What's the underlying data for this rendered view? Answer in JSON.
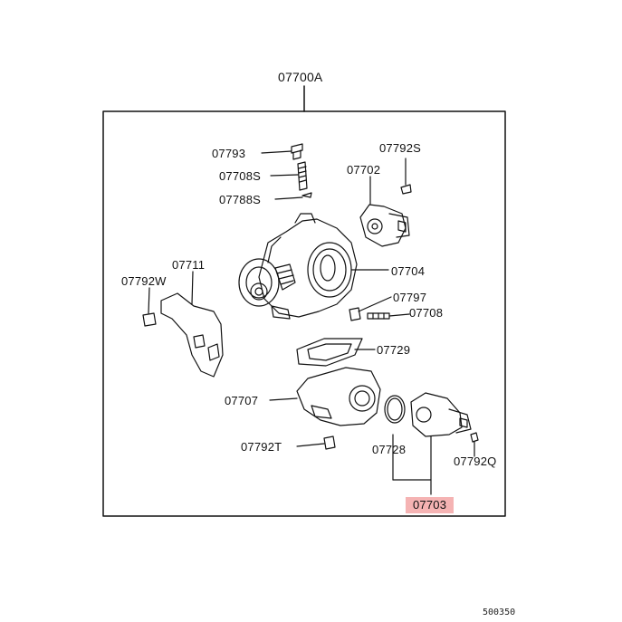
{
  "diagram": {
    "assembly_label": "07700A",
    "parts": {
      "p07793": "07793",
      "p07708S": "07708S",
      "p07788S": "07788S",
      "p07792S": "07792S",
      "p07702": "07702",
      "p07711": "07711",
      "p07792W": "07792W",
      "p07704": "07704",
      "p07797": "07797",
      "p07708": "07708",
      "p07729": "07729",
      "p07707": "07707",
      "p07792T": "07792T",
      "p07728": "07728",
      "p07792Q": "07792Q",
      "p07703": "07703"
    },
    "highlight_color": "#f5b3b3",
    "footer_code": "500350"
  }
}
